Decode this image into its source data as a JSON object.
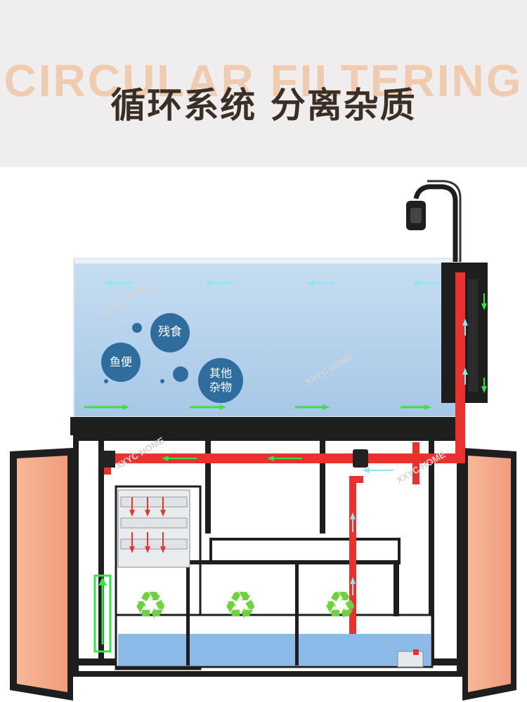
{
  "banner": {
    "background_text": "CIRCULAR FILTERING",
    "title": "循环系统 分离杂质"
  },
  "bubbles": {
    "leftover_food": "残食",
    "fish_waste": "鱼便",
    "other_debris": "其他\n杂物"
  },
  "watermark": "XXYC HOME",
  "colors": {
    "water": "#aecde8",
    "frame": "#1e1e1e",
    "pipe": "#e8322e",
    "flow_arrow": "#39e14a",
    "return_arrow": "#8be8ef",
    "cabinet_door": "#f2a98a",
    "bubble": "#2f6d9e",
    "recycle": "#6ed23e"
  },
  "icons": [
    "recycle-icon",
    "flow-arrow-icon",
    "lamp-icon",
    "valve-icon"
  ]
}
